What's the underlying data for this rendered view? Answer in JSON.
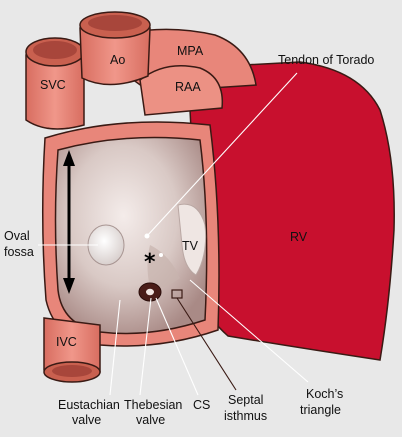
{
  "labels": {
    "svc": "SVC",
    "ao": "Ao",
    "mpa": "MPA",
    "raa": "RAA",
    "tendon": "Tendon of Torado",
    "rv": "RV",
    "oval_line1": "Oval",
    "oval_line2": "fossa",
    "tv": "TV",
    "star": "*",
    "ivc": "IVC",
    "eust_line1": "Eustachian",
    "eust_line2": "valve",
    "theb_line1": "Thebesian",
    "theb_line2": "valve",
    "cs": "CS",
    "septal_line1": "Septal",
    "septal_line2": "isthmus",
    "koch_line1": "Koch’s",
    "koch_line2": "triangle"
  },
  "colors": {
    "background": "#e8e8e8",
    "rv_red": "#c8102e",
    "vessel_pink": "#e8867a",
    "vessel_dark": "#c9604f",
    "atrium_inner": "#d7c8c4",
    "outline": "#3a1a14"
  }
}
